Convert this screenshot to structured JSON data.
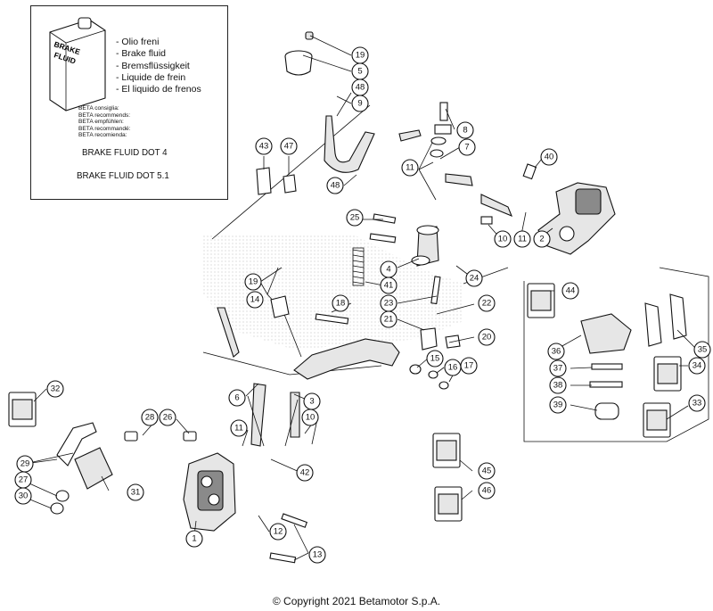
{
  "fluid_box": {
    "bottle_label": [
      "BRAKE",
      "FLUID"
    ],
    "languages": [
      "- Olio freni",
      "- Brake fluid",
      "- Bremsflüssigkeit",
      "- Liquide de frein",
      "- El liquido de frenos"
    ],
    "recommends": [
      "BETA consiglia:",
      "BETA recommends:",
      "BETA empfühlen:",
      "BETA recommandé:",
      "BETA recomienda:"
    ],
    "spec_1": "BRAKE FLUID DOT 4",
    "spec_2": "BRAKE FLUID DOT 5.1"
  },
  "callouts": [
    "19",
    "5",
    "48",
    "9",
    "8",
    "7",
    "11",
    "40",
    "43",
    "47",
    "48",
    "25",
    "4",
    "24",
    "2",
    "10",
    "11",
    "19",
    "14",
    "41",
    "23",
    "22",
    "18",
    "21",
    "20",
    "15",
    "16",
    "17",
    "44",
    "36",
    "35",
    "37",
    "34",
    "38",
    "33",
    "39",
    "32",
    "6",
    "3",
    "10",
    "28",
    "26",
    "11",
    "42",
    "29",
    "27",
    "31",
    "30",
    "1",
    "12",
    "13",
    "45",
    "46"
  ],
  "copyright": "© Copyright 2021 Betamotor S.p.A."
}
